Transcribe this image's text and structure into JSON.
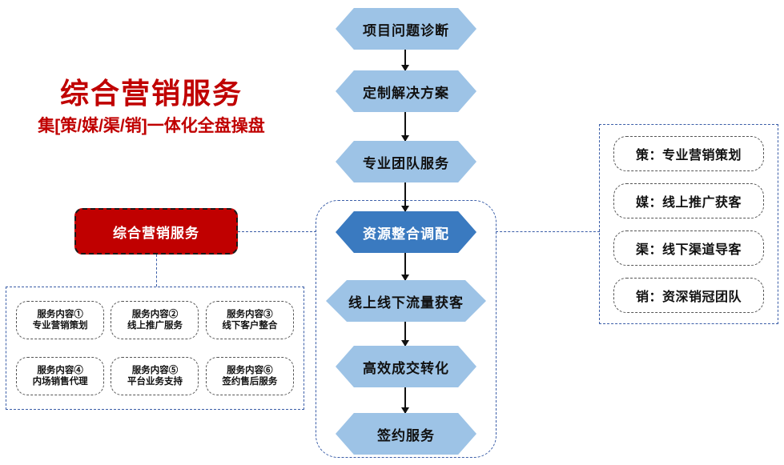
{
  "title": {
    "main": "综合营销服务",
    "sub": "集[策/媒/渠/销]一体化全盘操盘",
    "color": "#C00000"
  },
  "highlight": {
    "label": "综合营销服务",
    "bg_color": "#C00000",
    "text_color": "#FFFFFF"
  },
  "flow": {
    "accent_color": "#9DC3E6",
    "active_color": "#3A7AC0",
    "steps": [
      {
        "label": "项目问题诊断",
        "active": false
      },
      {
        "label": "定制解决方案",
        "active": false
      },
      {
        "label": "专业团队服务",
        "active": false
      },
      {
        "label": "资源整合调配",
        "active": true
      },
      {
        "label": "线上线下流量获客",
        "active": false
      },
      {
        "label": "高效成交转化",
        "active": false
      },
      {
        "label": "签约服务",
        "active": false
      }
    ]
  },
  "pillars": {
    "items": [
      {
        "label": "策：专业营销策划"
      },
      {
        "label": "媒：线上推广获客"
      },
      {
        "label": "渠：线下渠道导客"
      },
      {
        "label": "销：资深销冠团队"
      }
    ]
  },
  "services": {
    "items": [
      {
        "line1": "服务内容①",
        "line2": "专业营销策划"
      },
      {
        "line1": "服务内容②",
        "line2": "线上推广服务"
      },
      {
        "line1": "服务内容③",
        "line2": "线下客户整合"
      },
      {
        "line1": "服务内容④",
        "line2": "内场销售代理"
      },
      {
        "line1": "服务内容⑤",
        "line2": "平台业务支持"
      },
      {
        "line1": "服务内容⑥",
        "line2": "签约售后服务"
      }
    ]
  }
}
